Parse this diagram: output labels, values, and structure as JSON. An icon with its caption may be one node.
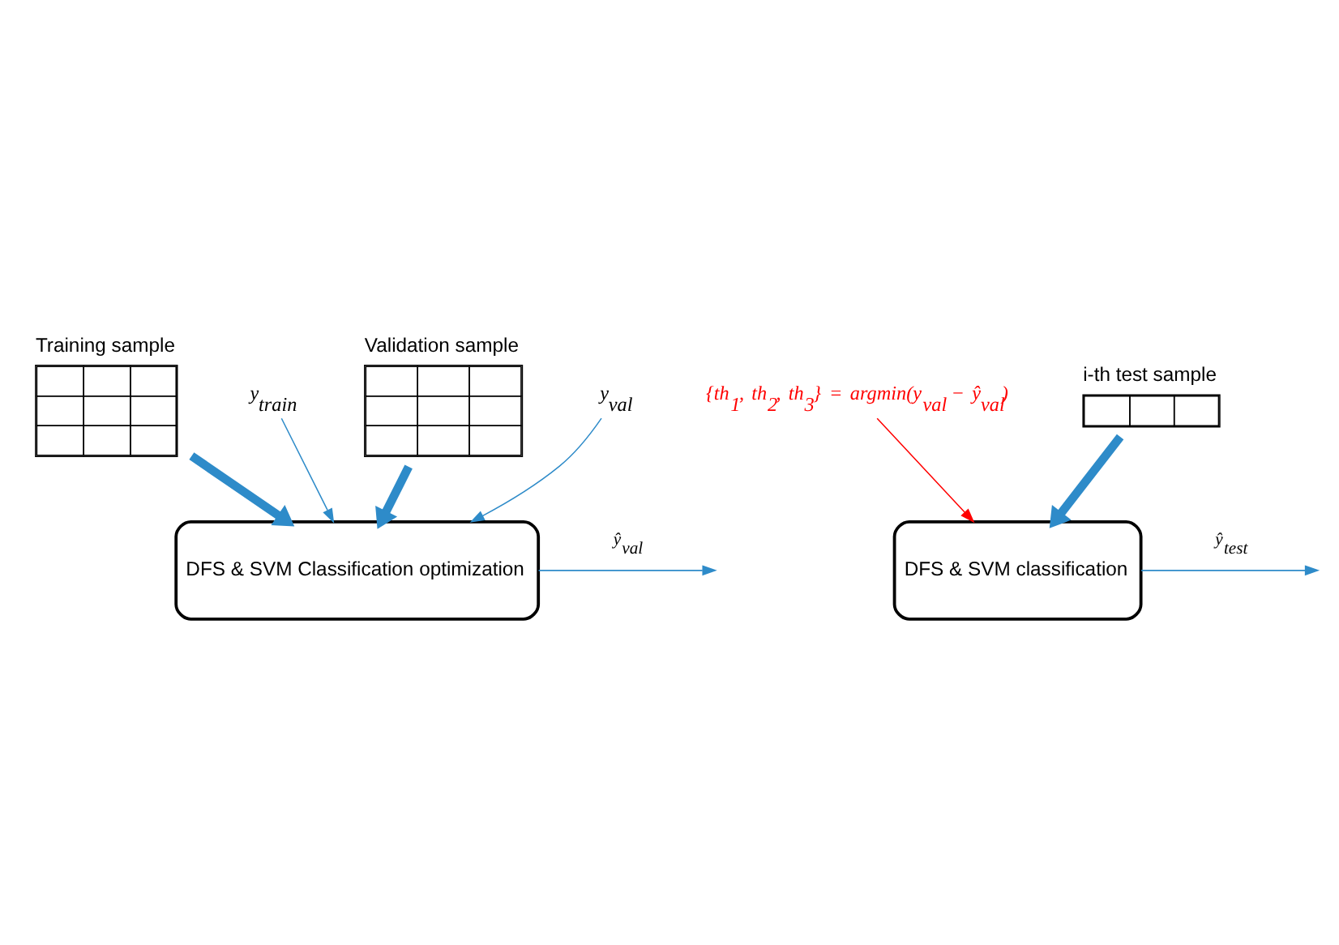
{
  "diagram": {
    "nodes": [
      {
        "text": [
          "Training sample"
        ]
      },
      {
        "text": [
          "y$_{train}$"
        ]
      },
      {
        "text": [
          "Validation sample"
        ]
      },
      {
        "text": [
          "y$_{val}$"
        ]
      },
      {
        "text": [
          "DFS & SVM Classification optimization"
        ]
      },
      {
        "text": [
          "{th$_{1}$, th$_{2}$, th$_{3}$} = argmin(y$_{val}$ − ŷ$_{val}$)"
        ]
      },
      {
        "text": [
          "i-th test sample"
        ]
      },
      {
        "text": [
          "DFS & SVM classification"
        ]
      }
    ],
    "edges": [
      {
        "from": 0,
        "to": 4,
        "arrow": "to",
        "style": "thick"
      },
      {
        "from": 1,
        "to": 4,
        "arrow": "to"
      },
      {
        "from": 2,
        "to": 4,
        "arrow": "to",
        "style": "thick"
      },
      {
        "from": 3,
        "to": 4,
        "arrow": "to"
      },
      {
        "from": 4,
        "to": null,
        "arrow": "to",
        "label": "ŷ$_{val}$"
      },
      {
        "from": 5,
        "to": 7,
        "arrow": "to",
        "color": "#ff0000"
      },
      {
        "from": 6,
        "to": 7,
        "arrow": "to",
        "style": "thick"
      },
      {
        "from": 7,
        "to": null,
        "arrow": "to",
        "label": "ŷ$_{test}$"
      }
    ]
  }
}
